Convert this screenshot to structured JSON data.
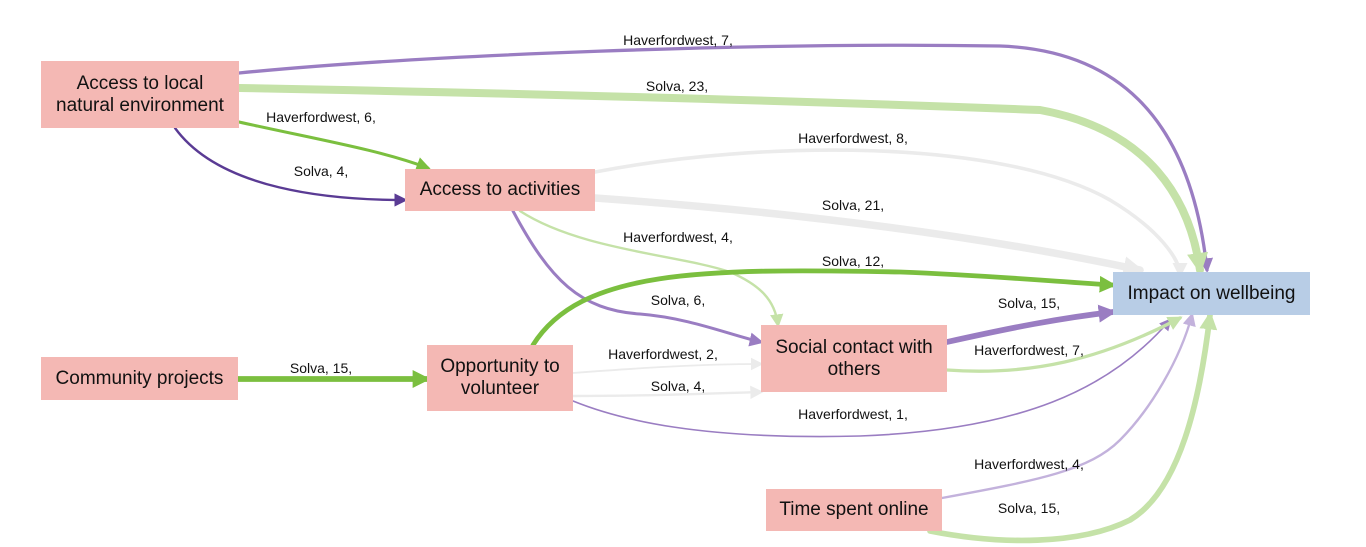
{
  "colors": {
    "node_cause": "#f4b8b4",
    "node_outcome": "#b8cde6",
    "green": "#7bbf3f",
    "light_green": "#c5e2a8",
    "purple": "#9a7dc2",
    "dark_purple": "#5a3b94",
    "light_purple": "#c3b2dc",
    "grey": "#ebebeb"
  },
  "nodes": [
    {
      "id": "access-local-natural-environment",
      "label": "Access to local\nnatural environment",
      "kind": "cause"
    },
    {
      "id": "access-to-activities",
      "label": "Access to activities",
      "kind": "cause"
    },
    {
      "id": "community-projects",
      "label": "Community projects",
      "kind": "cause"
    },
    {
      "id": "opportunity-to-volunteer",
      "label": "Opportunity to\nvolunteer",
      "kind": "cause"
    },
    {
      "id": "social-contact-with-others",
      "label": "Social contact with\nothers",
      "kind": "cause"
    },
    {
      "id": "time-spent-online",
      "label": "Time spent online",
      "kind": "cause"
    },
    {
      "id": "impact-on-wellbeing",
      "label": "Impact on wellbeing",
      "kind": "outcome"
    }
  ],
  "links": [
    {
      "from": "access-local-natural-environment",
      "to": "impact-on-wellbeing",
      "label": "Haverfordwest, 7,",
      "color": "purple",
      "weight": 7
    },
    {
      "from": "access-local-natural-environment",
      "to": "impact-on-wellbeing",
      "label": "Solva, 23,",
      "color": "light_green",
      "weight": 23
    },
    {
      "from": "access-local-natural-environment",
      "to": "access-to-activities",
      "label": "Haverfordwest, 6,",
      "color": "green",
      "weight": 6
    },
    {
      "from": "access-local-natural-environment",
      "to": "access-to-activities",
      "label": "Solva, 4,",
      "color": "dark_purple",
      "weight": 4
    },
    {
      "from": "access-to-activities",
      "to": "impact-on-wellbeing",
      "label": "Haverfordwest, 8,",
      "color": "grey",
      "weight": 8
    },
    {
      "from": "access-to-activities",
      "to": "impact-on-wellbeing",
      "label": "Solva, 21,",
      "color": "grey",
      "weight": 21
    },
    {
      "from": "access-to-activities",
      "to": "social-contact-with-others",
      "label": "Haverfordwest, 4,",
      "color": "light_green",
      "weight": 4
    },
    {
      "from": "access-to-activities",
      "to": "social-contact-with-others",
      "label": "Solva, 6,",
      "color": "purple",
      "weight": 6
    },
    {
      "from": "opportunity-to-volunteer",
      "to": "impact-on-wellbeing",
      "label": "Solva, 12,",
      "color": "green",
      "weight": 12
    },
    {
      "from": "community-projects",
      "to": "opportunity-to-volunteer",
      "label": "Solva, 15,",
      "color": "green",
      "weight": 15
    },
    {
      "from": "opportunity-to-volunteer",
      "to": "social-contact-with-others",
      "label": "Haverfordwest, 2,",
      "color": "grey",
      "weight": 2
    },
    {
      "from": "opportunity-to-volunteer",
      "to": "social-contact-with-others",
      "label": "Solva, 4,",
      "color": "grey",
      "weight": 4
    },
    {
      "from": "opportunity-to-volunteer",
      "to": "impact-on-wellbeing",
      "label": "Haverfordwest, 1,",
      "color": "purple",
      "weight": 1
    },
    {
      "from": "social-contact-with-others",
      "to": "impact-on-wellbeing",
      "label": "Solva, 15,",
      "color": "purple",
      "weight": 15
    },
    {
      "from": "social-contact-with-others",
      "to": "impact-on-wellbeing",
      "label": "Haverfordwest, 7,",
      "color": "light_green",
      "weight": 7
    },
    {
      "from": "time-spent-online",
      "to": "impact-on-wellbeing",
      "label": "Haverfordwest, 4,",
      "color": "light_purple",
      "weight": 4
    },
    {
      "from": "time-spent-online",
      "to": "impact-on-wellbeing",
      "label": "Solva, 15,",
      "color": "light_green",
      "weight": 15
    }
  ]
}
